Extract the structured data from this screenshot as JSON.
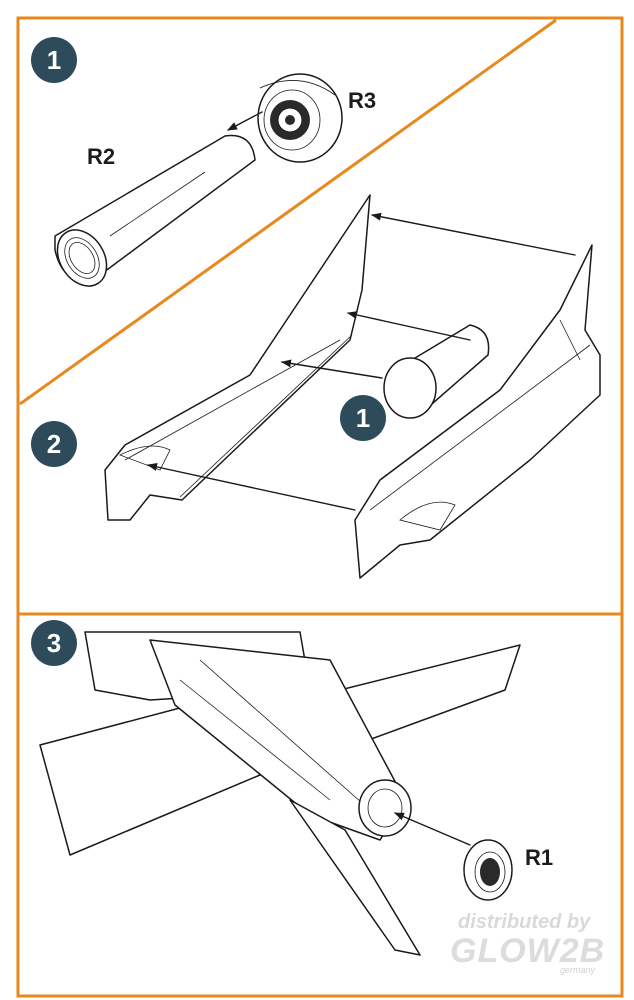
{
  "steps": [
    {
      "number": "1"
    },
    {
      "number": "2"
    },
    {
      "number": "3"
    }
  ],
  "parts": {
    "r1": "R1",
    "r2": "R2",
    "r3": "R3"
  },
  "inline_step_badge": "1",
  "watermark": {
    "line1": "distributed by",
    "line2": "GLOW2B",
    "line3": "germany"
  },
  "colors": {
    "frame": "#e8891e",
    "badge": "#2d4b5b",
    "ink": "#1a1a1a"
  }
}
